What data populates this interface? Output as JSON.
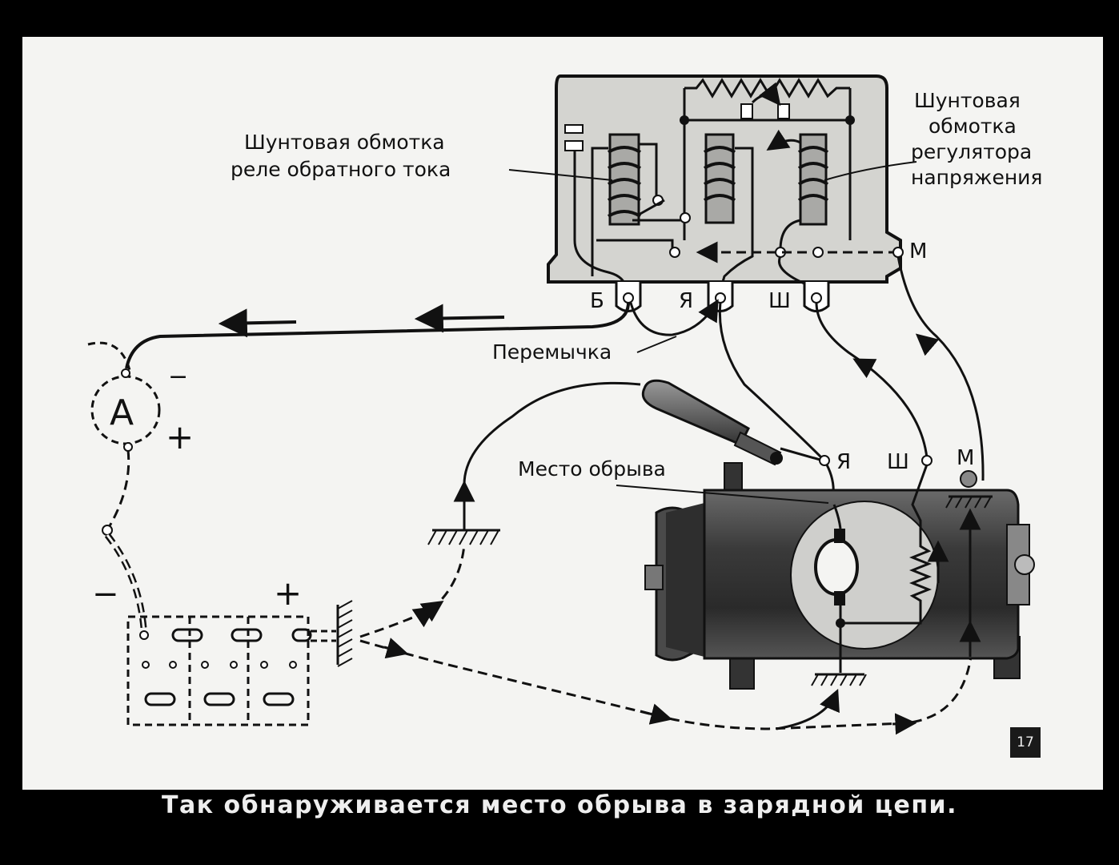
{
  "labels": {
    "shunt_reverse_relay_line1": "Шунтовая обмотка",
    "shunt_reverse_relay_line2": "реле обратного тока",
    "shunt_voltage_reg_line1": "Шунтовая",
    "shunt_voltage_reg_line2": "обмотка",
    "shunt_voltage_reg_line3": "регулятора",
    "shunt_voltage_reg_line4": "напряжения",
    "terminal_b": "Б",
    "terminal_ya": "Я",
    "terminal_sh": "Ш",
    "terminal_m": "М",
    "jumper": "Перемычка",
    "ammeter": "А",
    "minus": "−",
    "plus": "+",
    "break_location": "Место обрыва",
    "gen_terminal_ya": "Я",
    "gen_terminal_sh": "Ш",
    "gen_terminal_m": "М"
  },
  "caption": "Так обнаруживается место обрыва в зарядной цепи.",
  "page_number": "17",
  "colors": {
    "background": "#000000",
    "slide": "#f4f4f2",
    "ink": "#111111",
    "regulator_fill": "#d4d4d0",
    "generator_body": "#4a4a4a"
  }
}
